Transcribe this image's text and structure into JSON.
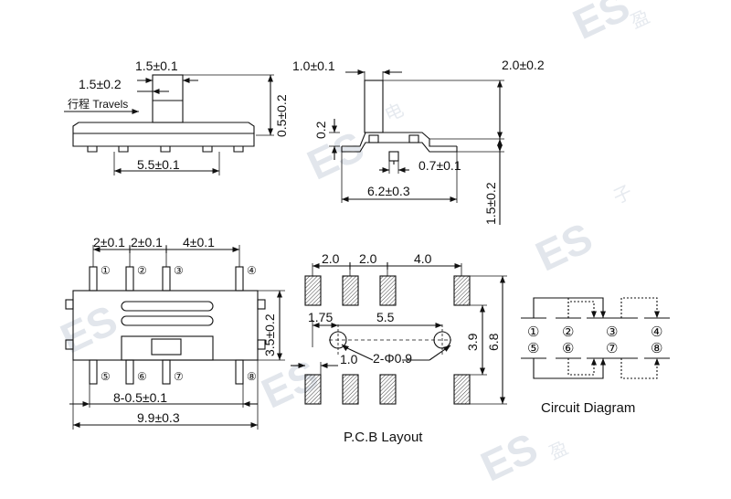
{
  "watermark": {
    "logo": "ES",
    "chinese": [
      "盈",
      "电",
      "子"
    ]
  },
  "side_view": {
    "dims": [
      "1.5±0.1",
      "1.5±0.2",
      "5.5±0.1",
      "0.5±0.2"
    ],
    "travels_label": "行程 Travels"
  },
  "end_view": {
    "dims": [
      "1.0±0.1",
      "2.0±0.2",
      "0.2",
      "0.7±0.1",
      "6.2±0.3",
      "1.5±0.2"
    ]
  },
  "top_view": {
    "top_dims": [
      "2±0.1",
      "2±0.1",
      "4±0.1"
    ],
    "right_dim": "3.5±0.2",
    "bottom_dims": [
      "8-0.5±0.1",
      "9.9±0.3"
    ],
    "pins_top": [
      "①",
      "②",
      "③",
      "④"
    ],
    "pins_bottom": [
      "⑤",
      "⑥",
      "⑦",
      "⑧"
    ]
  },
  "pcb_layout": {
    "top_dims": [
      "2.0",
      "2.0",
      "4.0"
    ],
    "mid_dims": [
      "1.75",
      "5.5"
    ],
    "hole_dim": "2-Φ0.9",
    "offset_dim": "1.0",
    "right_dims": [
      "3.9",
      "6.8"
    ],
    "caption": "P.C.B Layout"
  },
  "circuit": {
    "top_pins": [
      "①",
      "②",
      "③",
      "④"
    ],
    "bottom_pins": [
      "⑤",
      "⑥",
      "⑦",
      "⑧"
    ],
    "caption": "Circuit Diagram"
  }
}
